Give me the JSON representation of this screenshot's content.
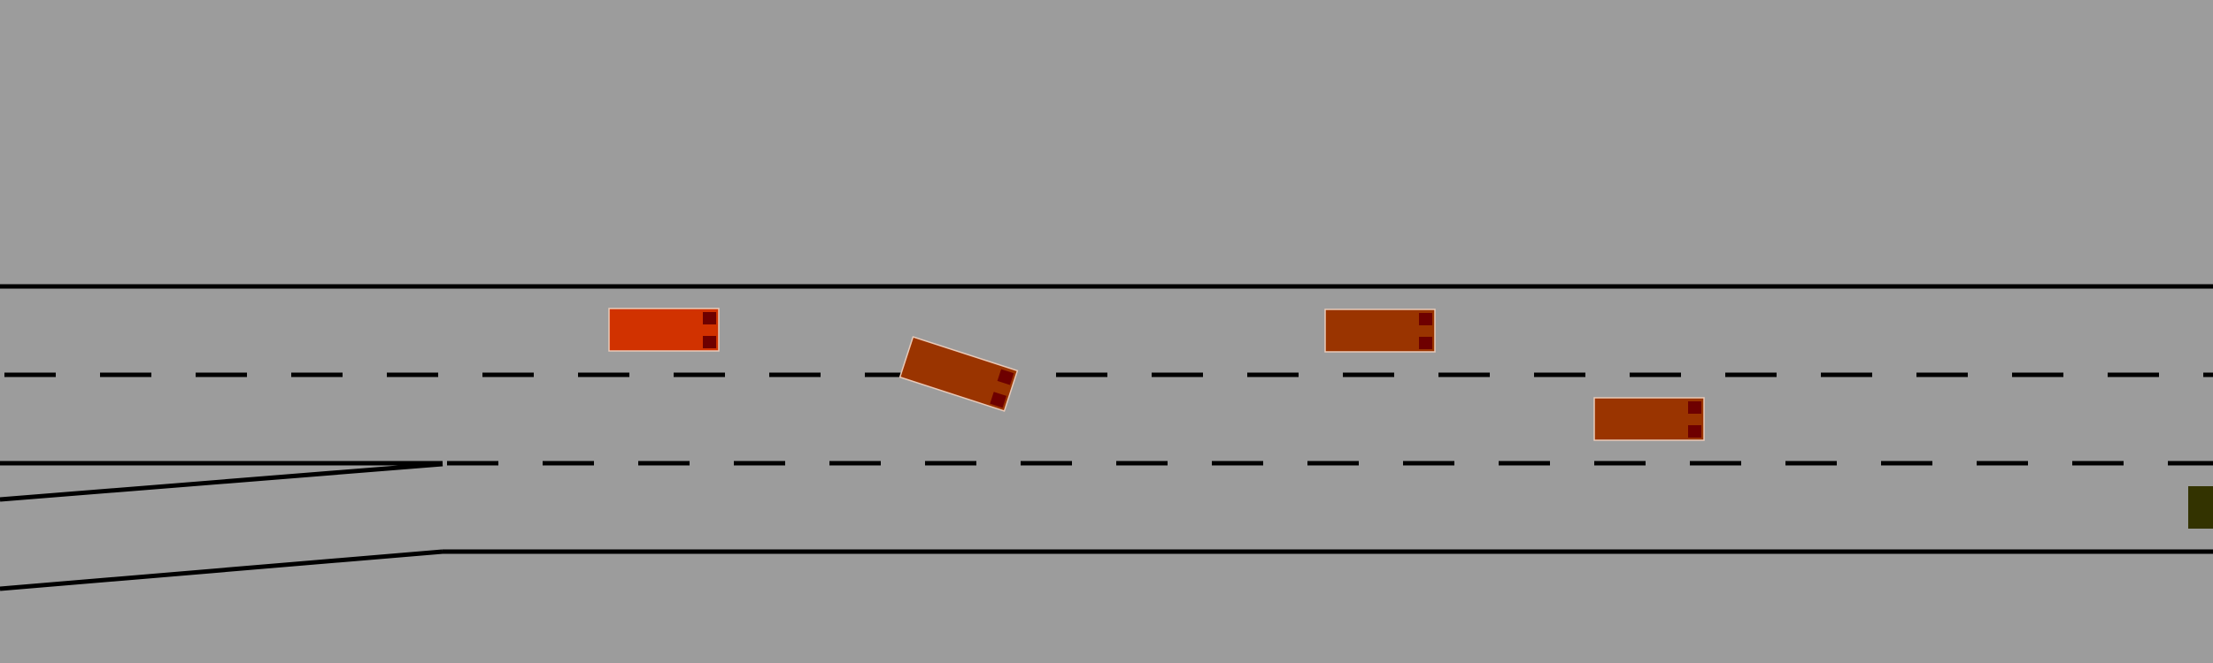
{
  "scene": {
    "type": "highway-driving-simulation",
    "colors": {
      "background": "#9c9c9c",
      "lane_line": "#000000",
      "vehicle_outline": "#e8c9b8",
      "ego_vehicle": "#d13200",
      "other_vehicle": "#9a3400",
      "tail_light": "#6e0000",
      "edge_object": "#333300"
    },
    "vehicles": [
      {
        "name": "ego-vehicle",
        "role": "ego",
        "heading": "east"
      },
      {
        "name": "vehicle-lane-change",
        "role": "other",
        "heading": "east-southeast"
      },
      {
        "name": "vehicle-lane1-ahead",
        "role": "other",
        "heading": "east"
      },
      {
        "name": "vehicle-lane2-ahead",
        "role": "other",
        "heading": "east"
      }
    ],
    "edge_object": {
      "name": "offscreen-vehicle-edge",
      "role": "partial"
    }
  }
}
